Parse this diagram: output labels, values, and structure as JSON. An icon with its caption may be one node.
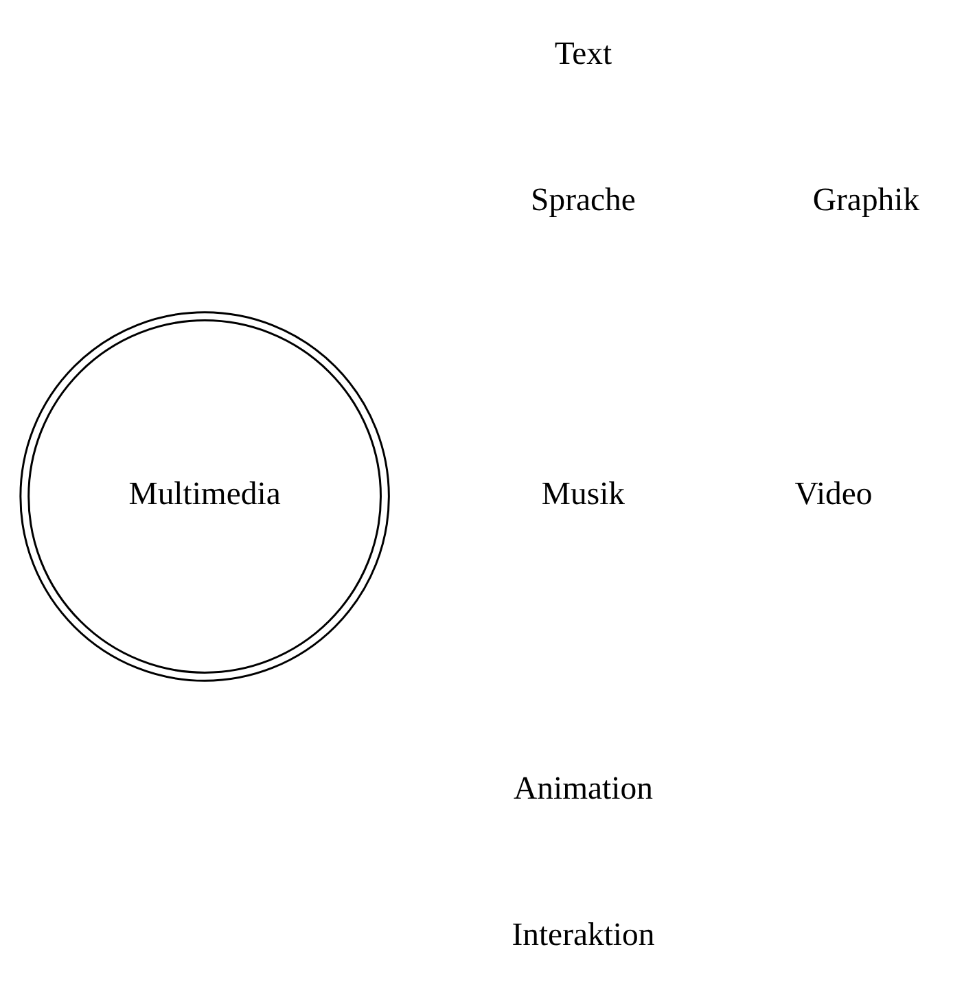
{
  "diagram": {
    "nodes": [
      {
        "text": [
          "Multimedia"
        ]
      }
    ],
    "labels": [
      "Text",
      "Graphik",
      "Sprache",
      "Video",
      "Musik",
      "Animation",
      "Interaktion"
    ]
  }
}
